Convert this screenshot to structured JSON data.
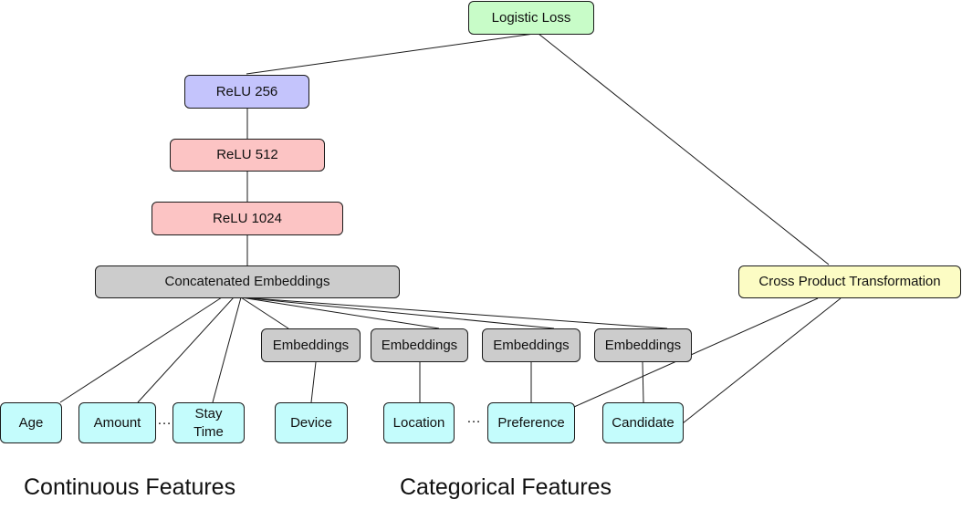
{
  "nodes": {
    "logistic_loss": "Logistic Loss",
    "relu_256": "ReLU 256",
    "relu_512": "ReLU 512",
    "relu_1024": "ReLU 1024",
    "concatenated_embeddings": "Concatenated Embeddings",
    "cross_product": "Cross Product Transformation",
    "embeddings_1": "Embeddings",
    "embeddings_2": "Embeddings",
    "embeddings_3": "Embeddings",
    "embeddings_4": "Embeddings",
    "age": "Age",
    "amount": "Amount",
    "stay_time": "Stay Time",
    "device": "Device",
    "location": "Location",
    "preference": "Preference",
    "candidate": "Candidate"
  },
  "ellipsis": {
    "continuous": "…",
    "categorical": "…"
  },
  "labels": {
    "continuous": "Continuous Features",
    "categorical": "Categorical Features"
  },
  "colors": {
    "output": "#c8fcc8",
    "relu_256": "#c4c4fc",
    "relu_hidden": "#fcc4c4",
    "embeddings": "#cccccc",
    "cross_product": "#fcfcc4",
    "features": "#c4fcfc"
  }
}
